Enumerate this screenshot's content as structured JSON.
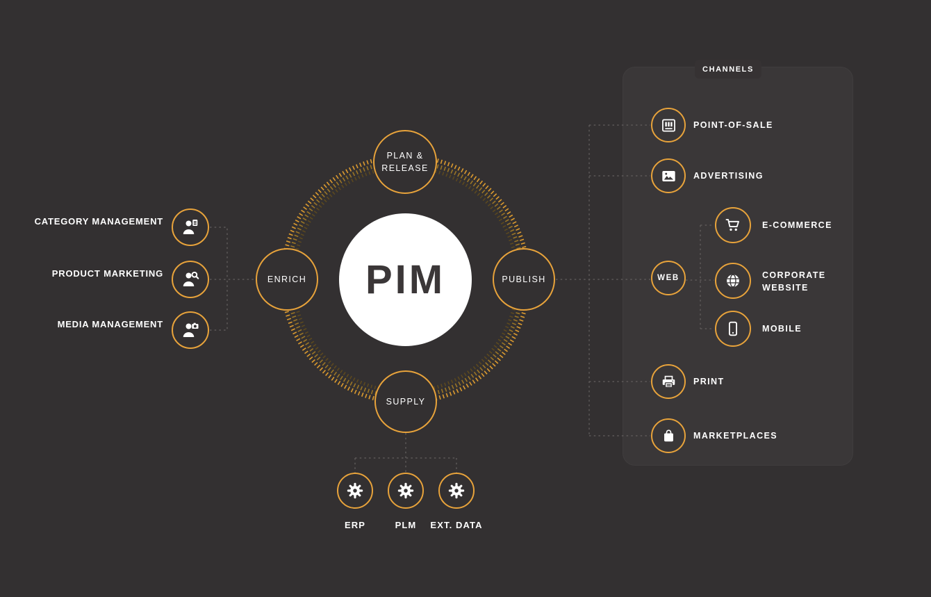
{
  "colors": {
    "background": "#333031",
    "panel": "#3A3738",
    "accent_orange": "#E8A33B",
    "text": "#FFFFFF",
    "pim_text": "#3B3738"
  },
  "center": {
    "label": "PIM"
  },
  "process_nodes": {
    "plan": {
      "label": "PLAN & RELEASE"
    },
    "enrich": {
      "label": "ENRICH"
    },
    "publish": {
      "label": "PUBLISH"
    },
    "supply": {
      "label": "SUPPLY"
    }
  },
  "enrich_sources": [
    {
      "label": "CATEGORY MANAGEMENT",
      "icon": "person-document-icon"
    },
    {
      "label": "PRODUCT MARKETING",
      "icon": "person-search-icon"
    },
    {
      "label": "MEDIA MANAGEMENT",
      "icon": "person-camera-icon"
    }
  ],
  "supply_sources": [
    {
      "label": "ERP",
      "icon": "gear-icon"
    },
    {
      "label": "PLM",
      "icon": "gear-icon"
    },
    {
      "label": "EXT. DATA",
      "icon": "gear-icon"
    }
  ],
  "channels": {
    "title": "CHANNELS",
    "items": [
      {
        "label": "POINT-OF-SALE",
        "icon": "storefront-icon"
      },
      {
        "label": "ADVERTISING",
        "icon": "image-icon"
      },
      {
        "label": "PRINT",
        "icon": "printer-icon"
      },
      {
        "label": "MARKETPLACES",
        "icon": "shopping-bag-icon"
      }
    ],
    "web": {
      "label": "WEB",
      "items": [
        {
          "label": "E-COMMERCE",
          "icon": "cart-icon"
        },
        {
          "label": "CORPORATE WEBSITE",
          "icon": "globe-icon"
        },
        {
          "label": "MOBILE",
          "icon": "smartphone-icon"
        }
      ]
    }
  }
}
